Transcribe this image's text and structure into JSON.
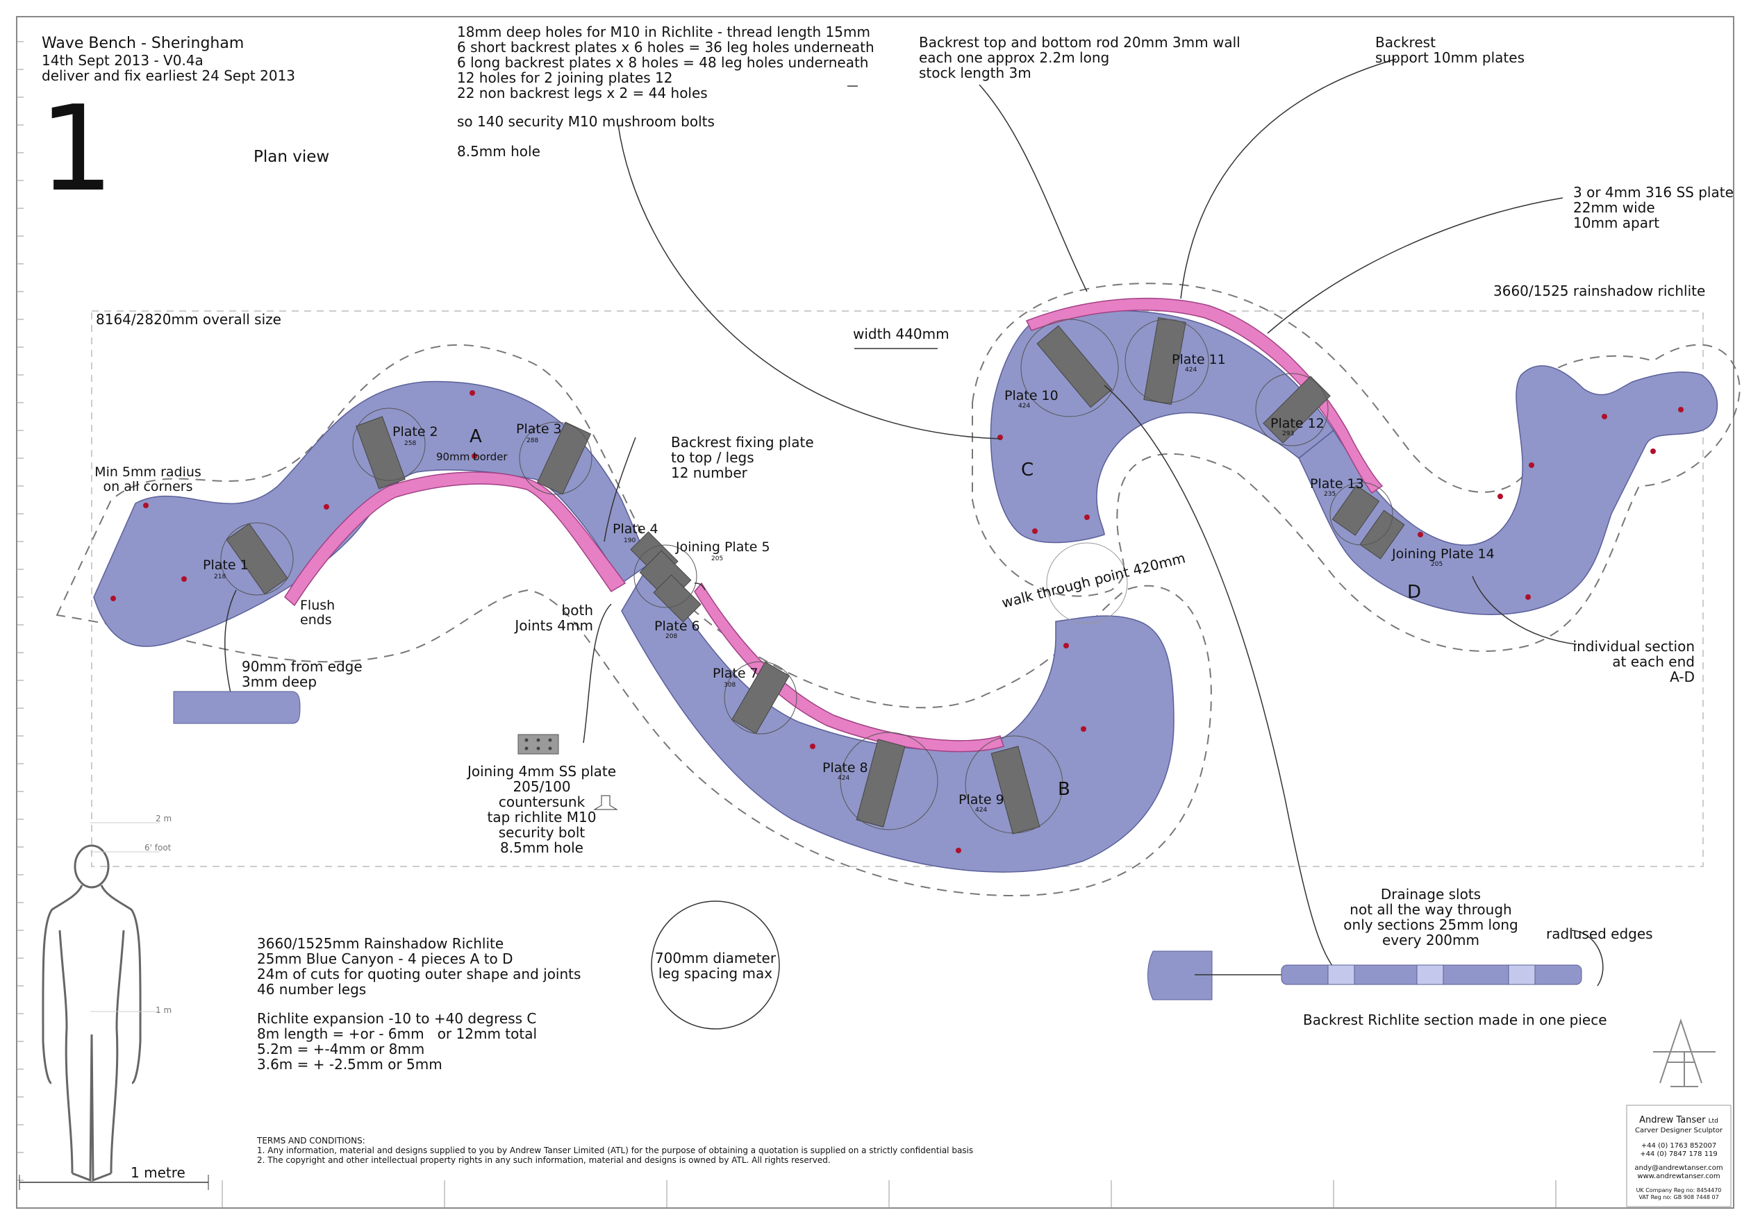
{
  "header": {
    "title": "Wave Bench - Sheringham",
    "date_version": "14th Sept 2013 - V0.4a",
    "delivery": "deliver and fix earliest 24 Sept 2013",
    "page_number": "1",
    "view": "Plan view"
  },
  "notes": {
    "holes": [
      "18mm deep holes for M10 in Richlite - thread length 15mm",
      "6 short backrest plates x 6 holes = 36 leg holes underneath",
      "6 long backrest plates x 8 holes = 48 leg holes underneath",
      "12 holes for 2 joining plates 12",
      "22 non backrest legs x 2 = 44 holes"
    ],
    "bolts": "so 140 security M10 mushroom bolts",
    "hole_size": "8.5mm hole",
    "rod": [
      "Backrest top and bottom rod 20mm 3mm wall",
      "each one approx 2.2m long",
      "stock length 3m"
    ],
    "backrest_support": [
      "Backrest",
      "support 10mm plates"
    ],
    "ss_plate": [
      "3 or 4mm 316 SS plate",
      "22mm wide",
      "10mm apart"
    ],
    "richlite_size": "3660/1525 rainshadow richlite",
    "overall_size": "8164/2820mm overall size",
    "width": "width 440mm",
    "min_radius": [
      "Min 5mm radius",
      "on all corners"
    ],
    "border": "90mm border",
    "flush_ends": [
      "Flush",
      "ends"
    ],
    "edge_distance": [
      "90mm from edge",
      "3mm deep"
    ],
    "fixing_plate": [
      "Backrest fixing plate",
      "to top / legs",
      "12 number"
    ],
    "joints": [
      "both",
      "Joints 4mm"
    ],
    "joining_plate": [
      "Joining 4mm SS plate",
      "205/100",
      "countersunk",
      "tap richlite M10",
      "security bolt",
      "8.5mm hole"
    ],
    "walk_through": "walk through point 420mm",
    "individual_section": [
      "individual section",
      "at each end",
      "A-D"
    ],
    "richlite_spec": [
      "3660/1525mm Rainshadow Richlite",
      "25mm Blue Canyon - 4 pieces A to D",
      "24m of cuts for quoting outer shape and joints",
      "46 number legs"
    ],
    "expansion": [
      "Richlite expansion -10 to +40 degress C",
      "8m length = +or - 6mm   or 12mm total",
      "5.2m = +-4mm or 8mm",
      "3.6m = + -2.5mm or 5mm"
    ],
    "leg_spacing": [
      "700mm diameter",
      "leg spacing max"
    ],
    "drainage": [
      "Drainage slots",
      "not all the way through",
      "only sections 25mm long",
      "every 200mm"
    ],
    "radiused_edges": "radiused edges",
    "backrest_section": "Backrest Richlite section made in one piece",
    "scale": "1 metre",
    "scale_2m": "2 m",
    "scale_6ft": "6' foot",
    "scale_1m": "1 m"
  },
  "sections": [
    "A",
    "B",
    "C",
    "D"
  ],
  "plates": [
    {
      "name": "Plate 1",
      "size": "218"
    },
    {
      "name": "Plate 2",
      "size": "258"
    },
    {
      "name": "Plate 3",
      "size": "288"
    },
    {
      "name": "Plate 4",
      "size": "190"
    },
    {
      "name": "Joining Plate 5",
      "size": "205"
    },
    {
      "name": "Plate 6",
      "size": "208"
    },
    {
      "name": "Plate 7",
      "size": "308"
    },
    {
      "name": "Plate 8",
      "size": "424"
    },
    {
      "name": "Plate 9",
      "size": "424"
    },
    {
      "name": "Plate 10",
      "size": "424"
    },
    {
      "name": "Plate 11",
      "size": "424"
    },
    {
      "name": "Plate 12",
      "size": "293"
    },
    {
      "name": "Plate 13",
      "size": "235"
    },
    {
      "name": "Joining Plate 14",
      "size": "205"
    }
  ],
  "terms": {
    "heading": "TERMS AND CONDITIONS:",
    "line1": "1. Any information, material and designs supplied to you by Andrew Tanser Limited (ATL) for the purpose of obtaining a quotation is supplied on a strictly confidential basis",
    "line2": "2. The copyright and other intellectual property rights in any such information, material and designs is owned by ATL. All rights reserved."
  },
  "company": {
    "name": "Andrew Tanser",
    "ltd": "Ltd",
    "role": "Carver Designer Sculptor",
    "phone1": "+44 (0) 1763 852007",
    "phone2": "+44 (0) 7847 178 119",
    "email": "andy@andrewtanser.com",
    "web": "www.andrewtanser.com",
    "reg1": "UK Company Reg no: 8454470",
    "reg2": "VAT Reg no: GB 908 7448 07",
    "logo_text": "AT"
  },
  "colors": {
    "seat": "#9096c9",
    "backrest": "#e67fc4",
    "plate": "#6e6e6e",
    "marker": "#b0102a",
    "line": "#333333"
  }
}
